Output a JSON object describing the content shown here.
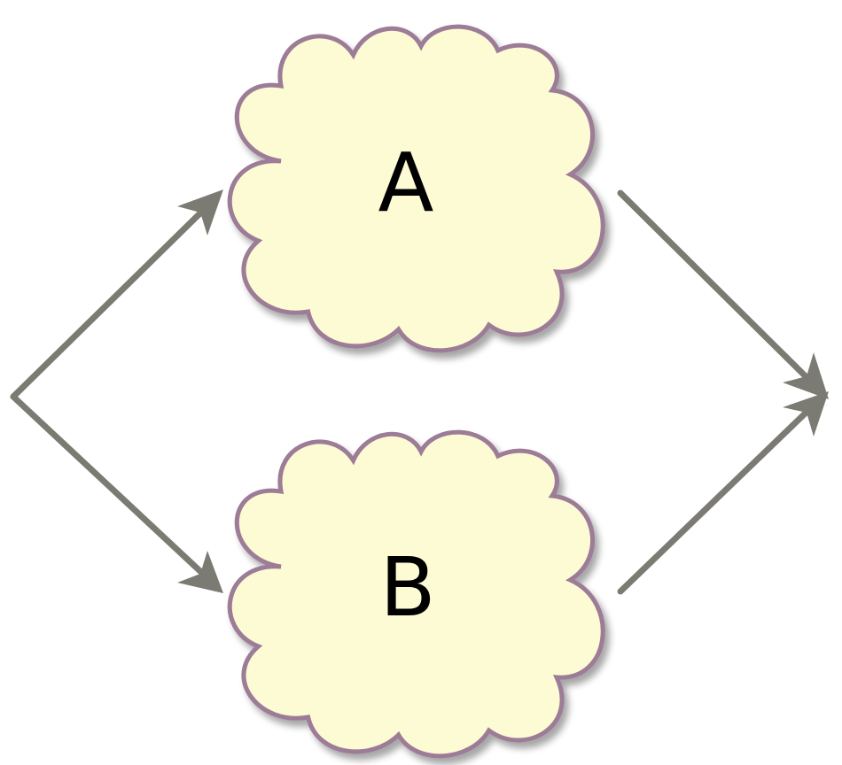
{
  "diagram": {
    "nodes": [
      {
        "id": "A",
        "label": "A",
        "shape": "cloud"
      },
      {
        "id": "B",
        "label": "B",
        "shape": "cloud"
      }
    ],
    "edges": [
      {
        "from": "start",
        "to": "A"
      },
      {
        "from": "start",
        "to": "B"
      },
      {
        "from": "A",
        "to": "end"
      },
      {
        "from": "B",
        "to": "end"
      }
    ],
    "colors": {
      "cloud_fill": "#fdfbd4",
      "cloud_stroke": "#9c7b96",
      "arrow": "#7b7b73"
    }
  }
}
